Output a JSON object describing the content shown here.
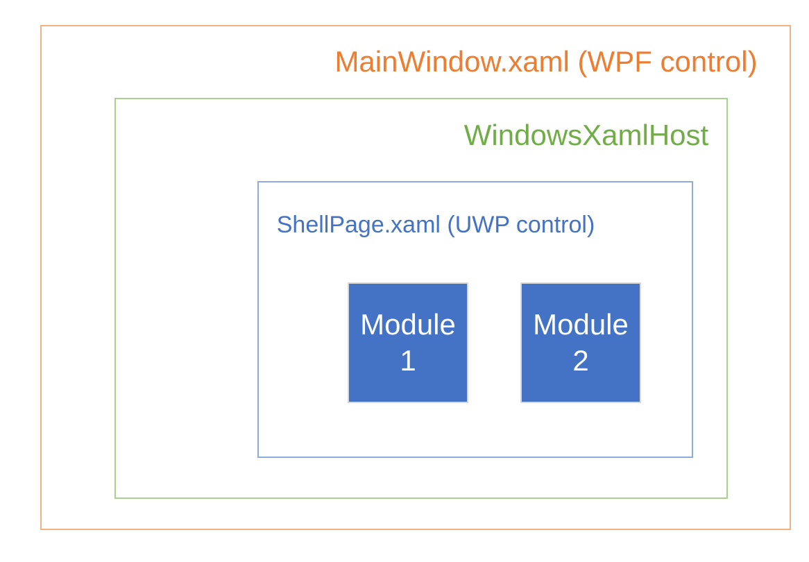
{
  "diagram": {
    "background_color": "#FFFFFF",
    "outer_box": {
      "label": "MainWindow.xaml (WPF control)",
      "text_color": "#ED7D31",
      "border_color": "#F4B183"
    },
    "host_box": {
      "label": "WindowsXamlHost",
      "text_color": "#70AD47",
      "border_color": "#A9D18E"
    },
    "shell_box": {
      "label": "ShellPage.xaml (UWP control)",
      "text_color": "#4472C4",
      "border_color": "#8FAADC"
    },
    "modules": {
      "fill_color": "#4472C4",
      "border_color": "#D9D9D9",
      "text_color": "#FFFFFF",
      "items": [
        {
          "name": "Module",
          "number": "1"
        },
        {
          "name": "Module",
          "number": "2"
        }
      ]
    }
  }
}
